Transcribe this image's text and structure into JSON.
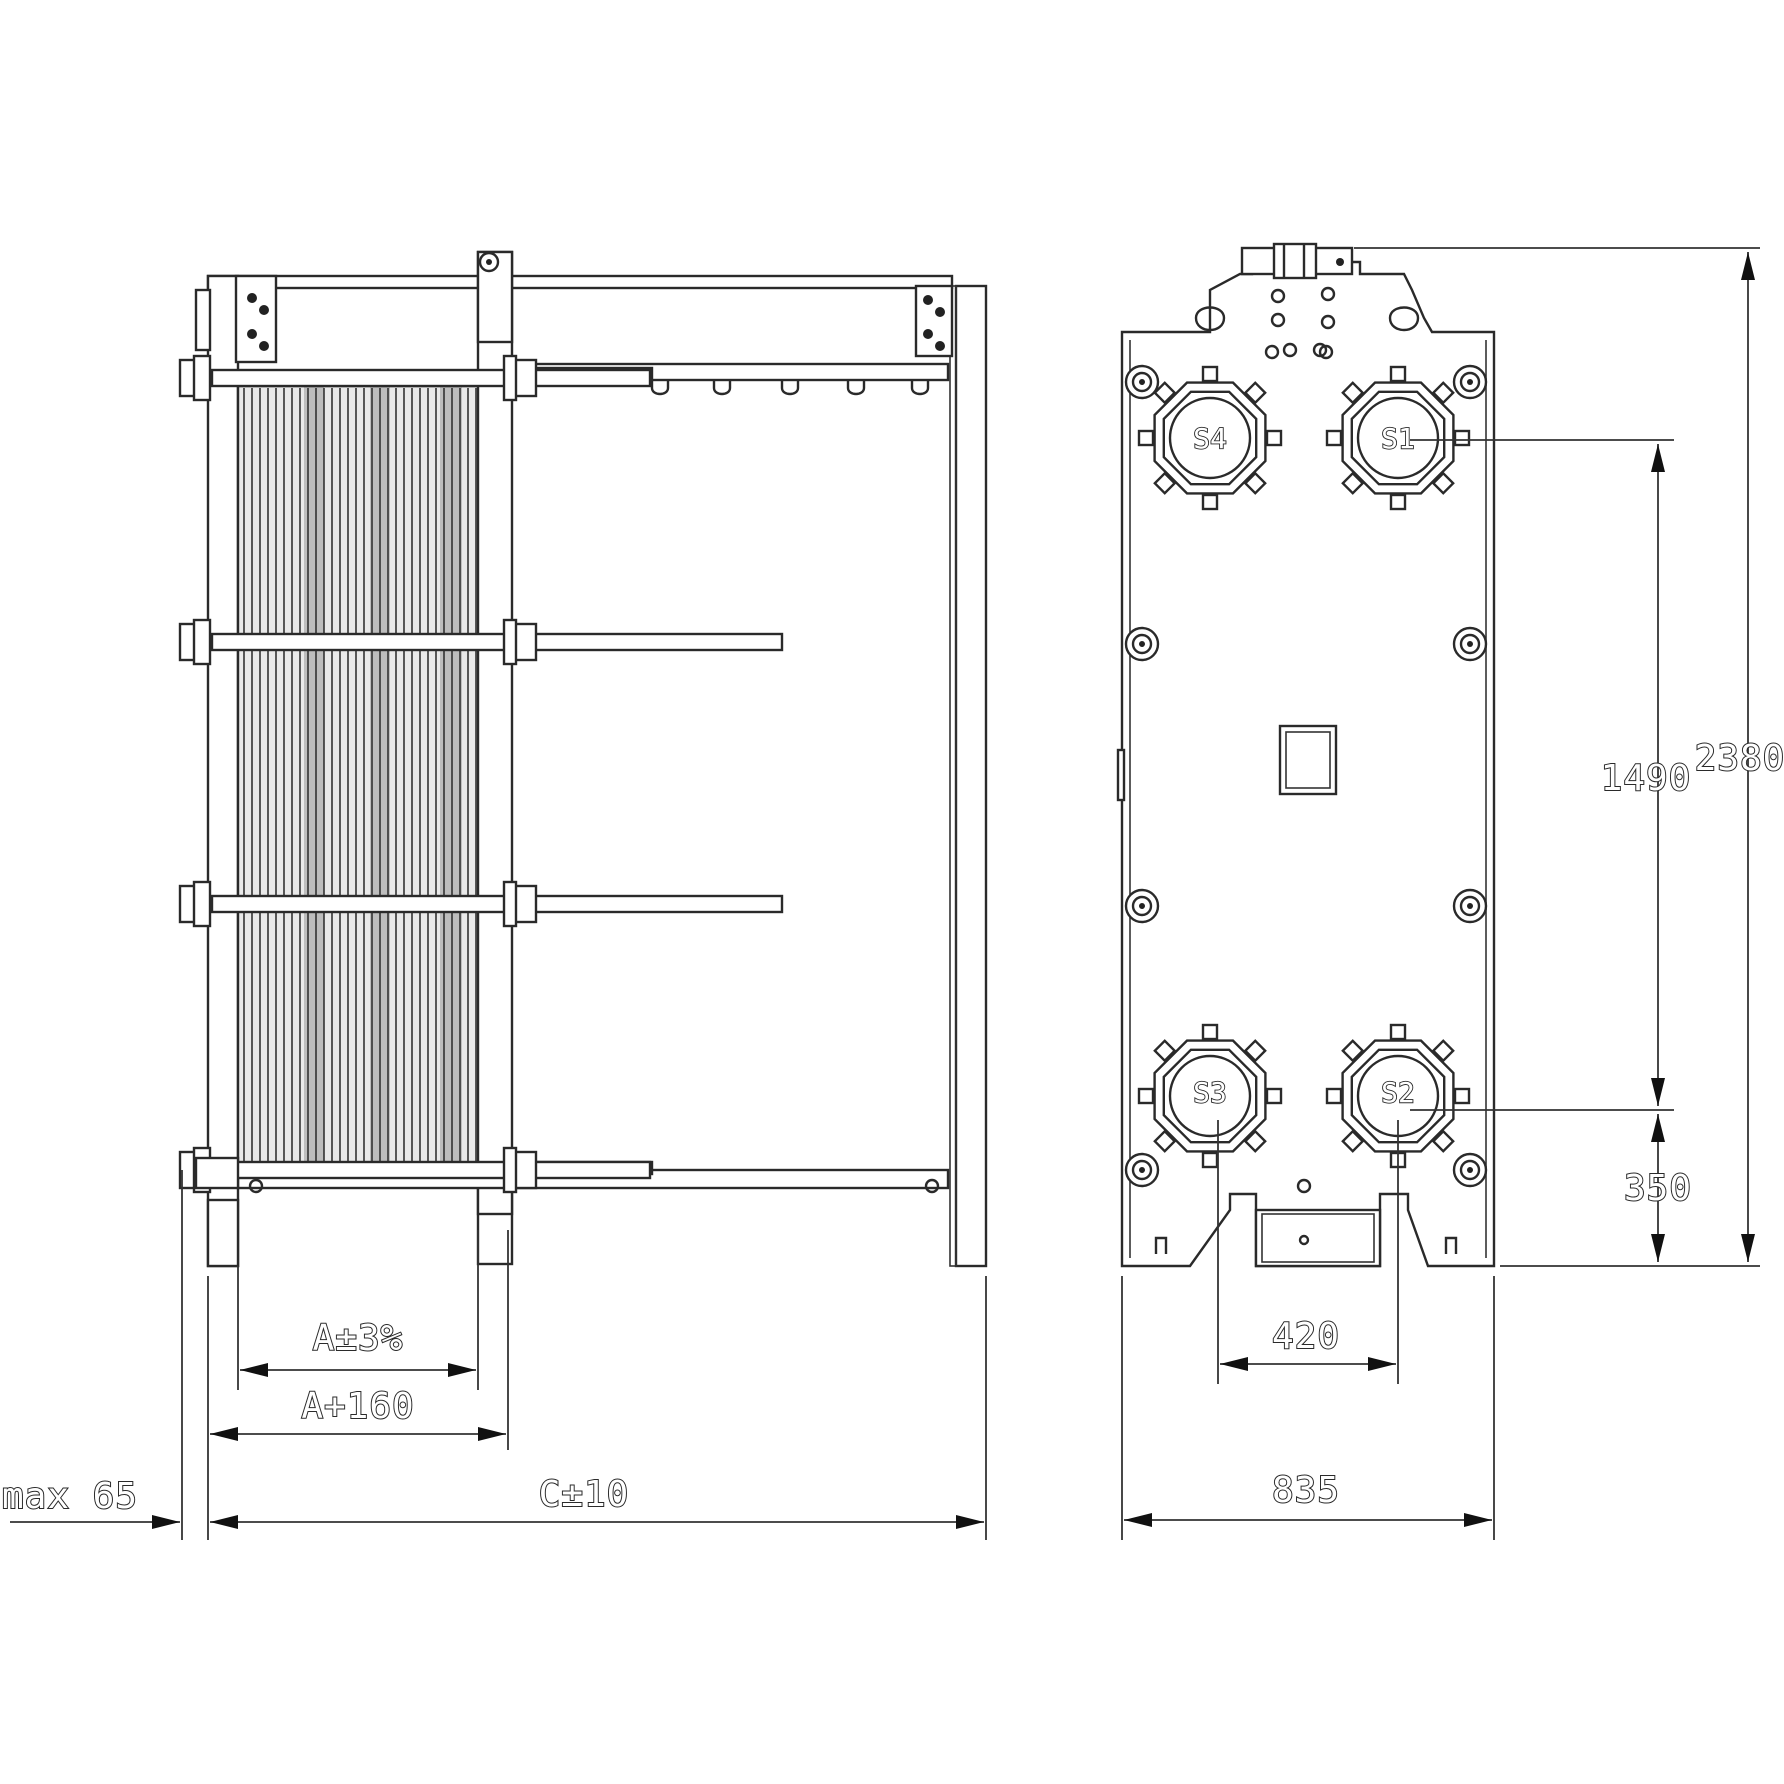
{
  "dimensions": {
    "max_overhang": "max 65",
    "plate_pack": "A±3%",
    "plate_pack_plus": "A+160",
    "overall_length": "C±10",
    "frame_width": "835",
    "port_spacing_horizontal": "420",
    "port_spacing_vertical": "1490",
    "overall_height": "2380",
    "bottom_port_height": "350"
  },
  "ports": {
    "top_left": "S4",
    "top_right": "S1",
    "bottom_left": "S3",
    "bottom_right": "S2"
  },
  "colors": {
    "line": "#2a2a2a",
    "plate_dark": "#bdbdbd",
    "plate_light": "#e9e9e9"
  }
}
